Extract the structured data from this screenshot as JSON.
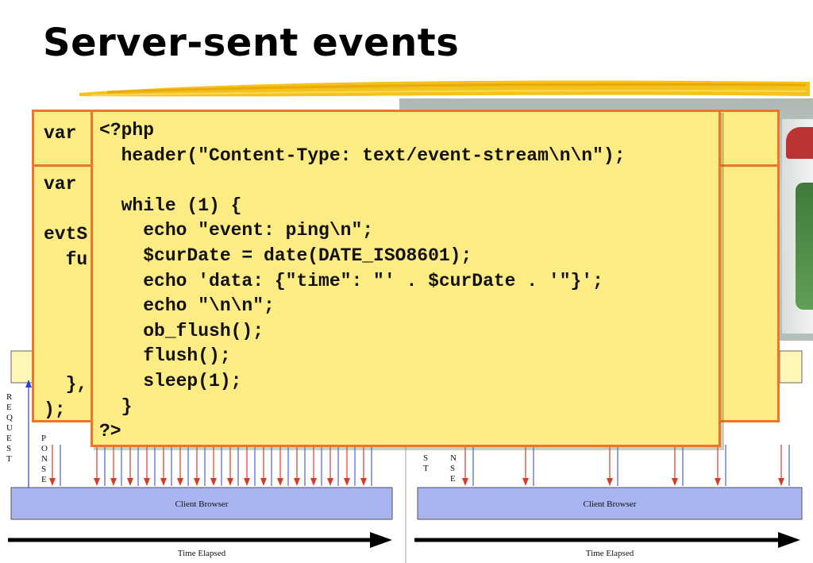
{
  "slide": {
    "title": "Server-sent events"
  },
  "colors": {
    "code_box_fill": "#fdeb83",
    "code_box_border": "#f0752b",
    "title_underline": "#f5c21b",
    "browser_box": "#a9b4f0",
    "request_arrow": "#2b3fd6",
    "response_arrow": "#d63b2b"
  },
  "background_code": {
    "line1": "var",
    "lines2": [
      "var",
      "",
      "evtS",
      "  fu",
      "",
      "",
      "",
      "",
      "  },",
      ");"
    ]
  },
  "php_code": {
    "lines": [
      "<?php",
      "  header(\"Content-Type: text/event-stream\\n\\n\");",
      "",
      "  while (1) {",
      "    echo \"event: ping\\n\";",
      "    $curDate = date(DATE_ISO8601);",
      "    echo 'data: {\"time\": \"' . $curDate . '\"}';",
      "    echo \"\\n\\n\";",
      "    ob_flush();",
      "    flush();",
      "    sleep(1);",
      "  }",
      "?>"
    ]
  },
  "diagram": {
    "left": {
      "request_label": "REQUEST",
      "response_label": "PONSE",
      "client_label": "Client Browser",
      "time_label": "Time Elapsed"
    },
    "right": {
      "request_label": "ST",
      "response_label": "NSE",
      "client_label": "Client Browser",
      "time_label": "Time Elapsed"
    }
  }
}
